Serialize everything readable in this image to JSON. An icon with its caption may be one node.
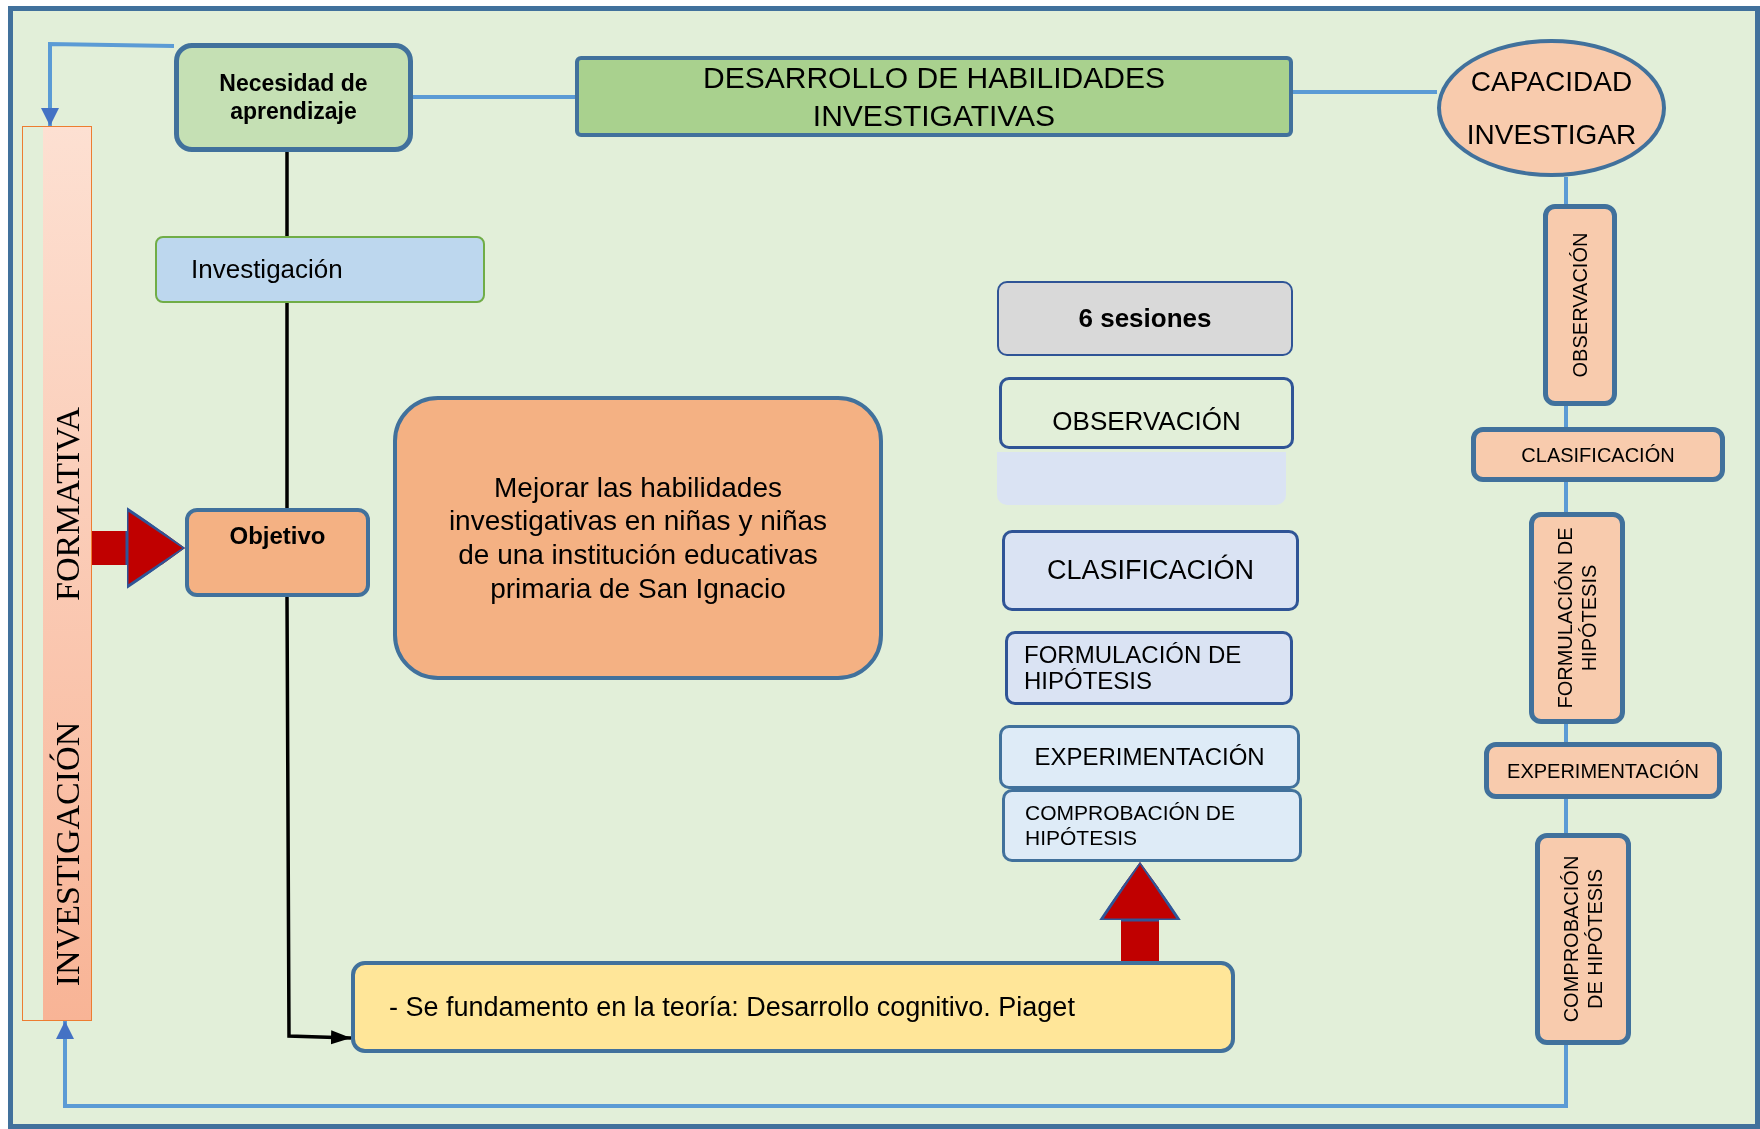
{
  "diagram": {
    "nodes": [
      {
        "text": [
          "INVESTIGACIÓN",
          "FORMATIVA"
        ]
      },
      {
        "text": [
          "Necesidad de aprendizaje"
        ]
      },
      {
        "text": [
          "DESARROLLO DE HABILIDADES INVESTIGATIVAS"
        ]
      },
      {
        "text": [
          "CAPACIDAD INVESTIGAR"
        ]
      },
      {
        "text": [
          "Investigación"
        ]
      },
      {
        "text": [
          "Objetivo"
        ]
      },
      {
        "text": [
          "Mejorar las habilidades investigativas en niñas y niñas de una institución educativas primaria de San Ignacio"
        ]
      },
      {
        "text": [
          "6 sesiones"
        ]
      },
      {
        "text": [
          "OBSERVACIÓN"
        ]
      },
      {
        "text": [
          "CLASIFICACIÓN"
        ]
      },
      {
        "text": [
          "FORMULACIÓN DE HIPÓTESIS"
        ]
      },
      {
        "text": [
          "EXPERIMENTACIÓN"
        ]
      },
      {
        "text": [
          "COMPROBACIÓN DE HIPÓTESIS"
        ]
      },
      {
        "text": [
          "OBSERVACIÓN"
        ]
      },
      {
        "text": [
          "CLASIFICACIÓN"
        ]
      },
      {
        "text": [
          "FORMULACIÓN DE HIPÓTESIS"
        ]
      },
      {
        "text": [
          "EXPERIMENTACIÓN"
        ]
      },
      {
        "text": [
          "COMPROBACIÓN DE HIPÓTESIS"
        ]
      },
      {
        "text": [
          "- Se fundamento en la teoría: Desarrollo cognitivo. Piaget"
        ]
      }
    ],
    "edges": [
      {
        "from": 1,
        "to": 2,
        "arrow": "none"
      },
      {
        "from": 2,
        "to": 3,
        "arrow": "none"
      },
      {
        "from": 3,
        "to": 13,
        "arrow": "none"
      },
      {
        "from": 13,
        "to": 14,
        "arrow": "none"
      },
      {
        "from": 14,
        "to": 15,
        "arrow": "none"
      },
      {
        "from": 15,
        "to": 16,
        "arrow": "none"
      },
      {
        "from": 16,
        "to": 17,
        "arrow": "none"
      },
      {
        "from": 17,
        "to": 0,
        "arrow": "to"
      },
      {
        "from": 1,
        "to": 0,
        "arrow": "to"
      },
      {
        "from": 1,
        "to": 4,
        "arrow": "none",
        "color": "#000000"
      },
      {
        "from": 4,
        "to": 5,
        "arrow": "none",
        "color": "#000000"
      },
      {
        "from": 5,
        "to": 18,
        "arrow": "to",
        "color": "#000000"
      },
      {
        "from": 0,
        "to": 5,
        "arrow": "to",
        "style": "thick",
        "color": "#c00000"
      },
      {
        "from": 18,
        "to": 12,
        "arrow": "to",
        "style": "thick",
        "color": "#c00000"
      }
    ]
  }
}
